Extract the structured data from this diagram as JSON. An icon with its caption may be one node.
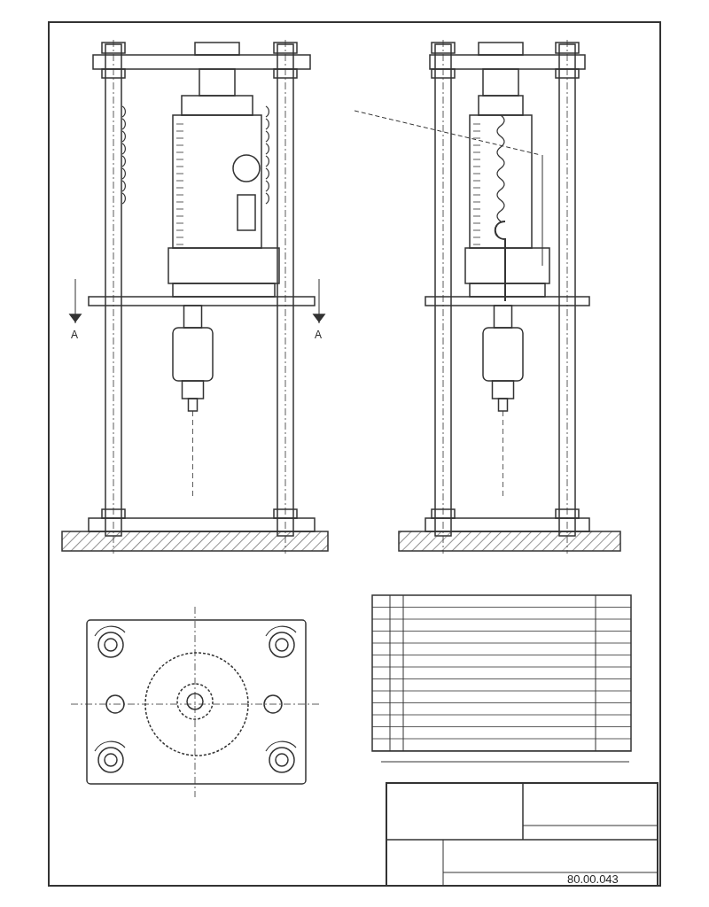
{
  "diagram": {
    "labels": [
      "A",
      "A",
      "80.00.043"
    ]
  }
}
